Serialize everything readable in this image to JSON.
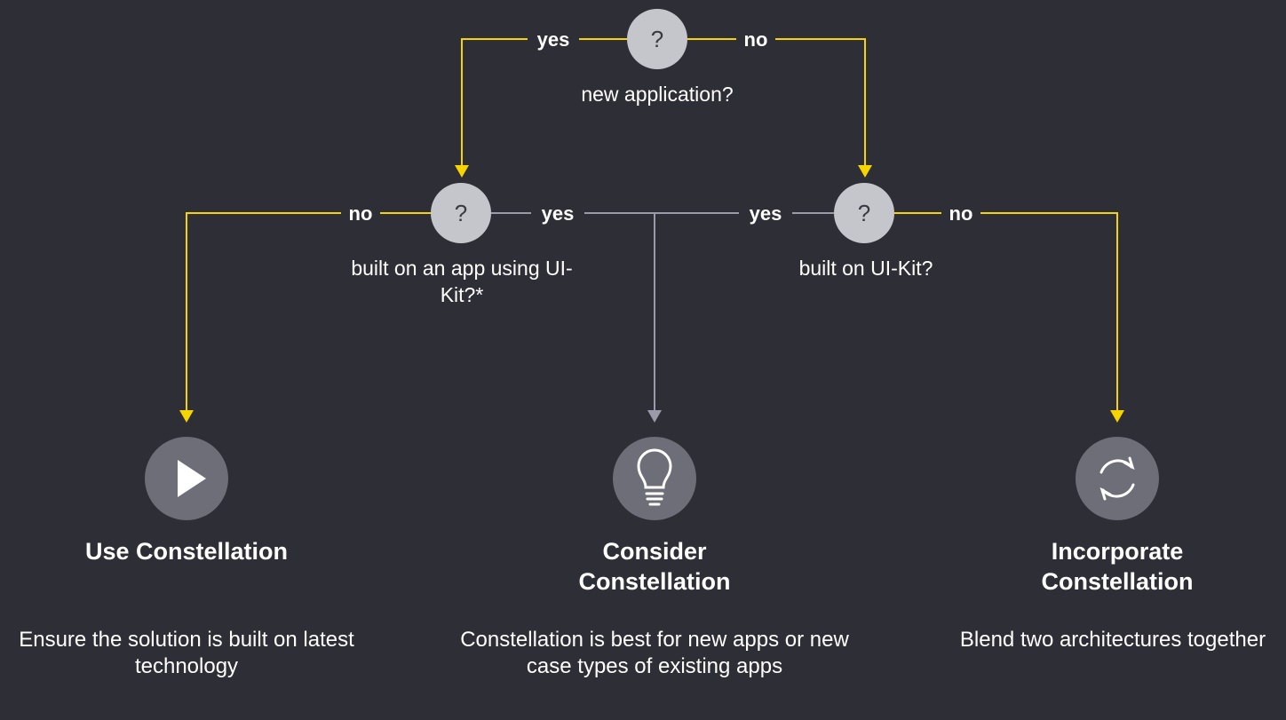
{
  "colors": {
    "background": "#2e2e36",
    "yes_no_path": "#f5d400",
    "neutral_path": "#9a9aa8",
    "node_fill": "#c5c5cc",
    "outcome_fill": "#6e6e78"
  },
  "decisions": {
    "root": {
      "glyph": "?",
      "label": "new application?",
      "yes": "yes",
      "no": "no"
    },
    "left": {
      "glyph": "?",
      "label": "built on an app using UI-Kit?*",
      "yes": "yes",
      "no": "no"
    },
    "right": {
      "glyph": "?",
      "label": "built on UI-Kit?",
      "yes": "yes",
      "no": "no"
    }
  },
  "outcomes": {
    "use": {
      "icon": "play-icon",
      "title": "Use Constellation",
      "description": "Ensure the solution is built on latest technology"
    },
    "consider": {
      "icon": "lightbulb-icon",
      "title": "Consider Constellation",
      "description": "Constellation is best for new apps or new case types of existing apps"
    },
    "incorporate": {
      "icon": "cycle-icon",
      "title": "Incorporate Constellation",
      "description": "Blend two architectures together"
    }
  }
}
